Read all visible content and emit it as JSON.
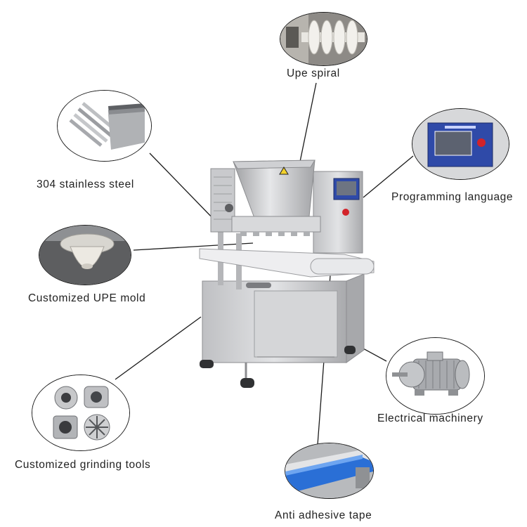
{
  "labels": {
    "upe_spiral": "Upe spiral",
    "stainless_steel": "304 stainless steel",
    "programming_language": "Programming language",
    "upe_mold": "Customized UPE mold",
    "electrical_machinery": "Electrical machinery",
    "grinding_tools": "Customized grinding tools",
    "anti_adhesive_tape": "Anti adhesive tape"
  },
  "colors": {
    "steel_light": "#d9dadc",
    "steel_mid": "#b9babd",
    "steel_dark": "#8c8d90",
    "panel_blue": "#2f4aa8",
    "stop_red": "#d2232a",
    "conveyor_blue": "#2a6fd6",
    "leader_line": "#1b1b1b"
  },
  "icons": {
    "upe_spiral": "spiral-auger-icon",
    "stainless_steel": "steel-tubes-sheets-icon",
    "programming_language": "touch-panel-icon",
    "upe_mold": "nozzle-mold-icon",
    "electrical_machinery": "electric-motor-icon",
    "grinding_tools": "grinding-dies-icon",
    "anti_adhesive_tape": "conveyor-belt-icon"
  }
}
